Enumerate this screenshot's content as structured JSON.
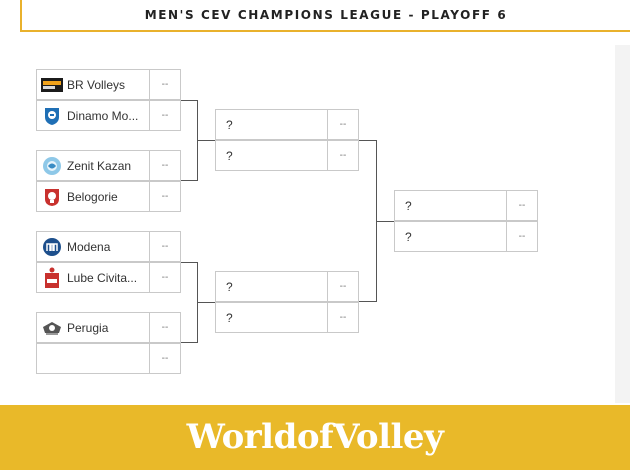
{
  "header": {
    "title": "MEN'S CEV CHAMPIONS LEAGUE - PLAYOFF 6"
  },
  "bracket": {
    "round1": [
      {
        "team": "BR Volleys",
        "score": "--",
        "logo": "br-volleys-logo"
      },
      {
        "team": "Dinamo Mo...",
        "score": "--",
        "logo": "dinamo-moscow-logo"
      },
      {
        "team": "Zenit Kazan",
        "score": "--",
        "logo": "zenit-kazan-logo"
      },
      {
        "team": "Belogorie",
        "score": "--",
        "logo": "belogorie-logo"
      },
      {
        "team": "Modena",
        "score": "--",
        "logo": "modena-logo"
      },
      {
        "team": "Lube Civita...",
        "score": "--",
        "logo": "lube-civitanova-logo"
      },
      {
        "team": "Perugia",
        "score": "--",
        "logo": "perugia-logo"
      },
      {
        "team": "",
        "score": "--",
        "logo": ""
      }
    ],
    "round2": [
      {
        "team": "?",
        "score": "--"
      },
      {
        "team": "?",
        "score": "--"
      },
      {
        "team": "?",
        "score": "--"
      },
      {
        "team": "?",
        "score": "--"
      }
    ],
    "round3": [
      {
        "team": "?",
        "score": "--"
      },
      {
        "team": "?",
        "score": "--"
      }
    ]
  },
  "footer": {
    "brand": "WorldofVolley"
  }
}
